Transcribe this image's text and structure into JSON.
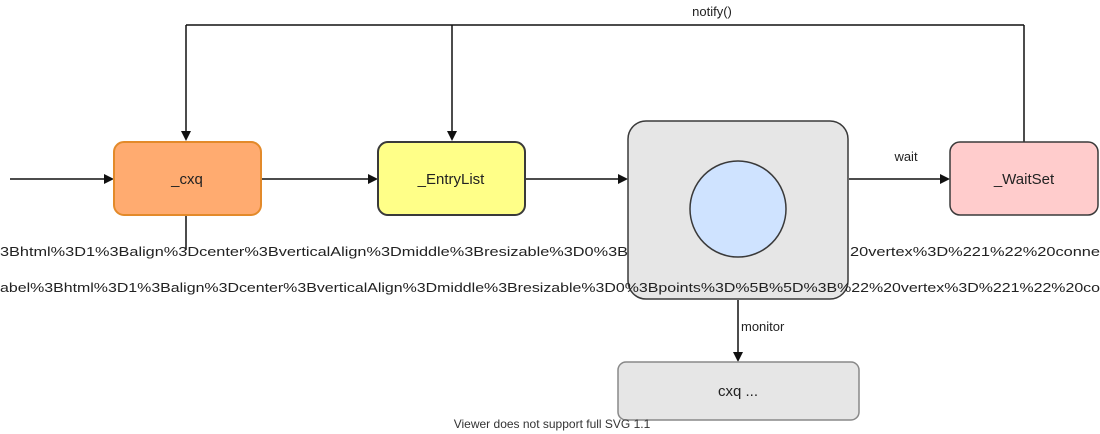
{
  "edges": {
    "notify_label": "notify()",
    "wait_label": "wait",
    "monitor_label": "monitor"
  },
  "nodes": {
    "cxq": {
      "label": "_cxq",
      "fill": "#ffab70",
      "stroke": "#e38a2a"
    },
    "entry_list": {
      "label": "_EntryList",
      "fill": "#ffff88",
      "stroke": "#3a3a3a"
    },
    "monitor": {
      "fill": "#e6e6e6",
      "stroke": "#3a3a3a"
    },
    "monitor_circle": {
      "fill": "#cfe3ff",
      "stroke": "#3a3a3a"
    },
    "wait_set": {
      "label": "_WaitSet",
      "fill": "#ffcccc",
      "stroke": "#3a3a3a"
    },
    "cxq_bottom": {
      "label": "cxq ...",
      "fill": "#e6e6e6",
      "stroke": "#888888"
    }
  },
  "artifacts": {
    "line1": "3Bhtml%3D1%3Balign%3Dcenter%3BverticalAlign%3Dmiddle%3Bresizable%3D0%3B",
    "line1_right": "20vertex%3D%221%22%20conne",
    "line2": "abel%3Bhtml%3D1%3Balign%3Dcenter%3BverticalAlign%3Dmiddle%3Bresizable%3D0%3Bpoints%3D%5B%5D%3B%22%20vertex%3D%221%22%20co",
    "footer": "Viewer does not support full SVG 1.1"
  }
}
